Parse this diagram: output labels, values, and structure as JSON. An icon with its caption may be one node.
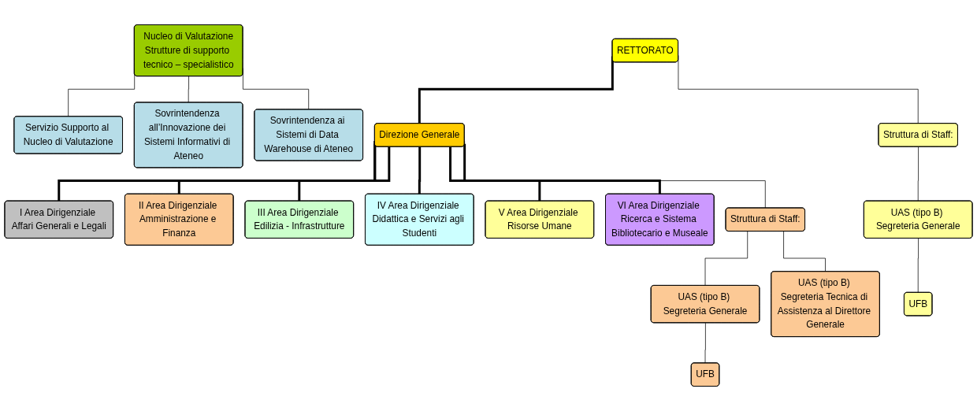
{
  "diagram": {
    "nodes": [
      {
        "text": [
          "RETTORATO"
        ]
      },
      {
        "text": [
          "Struttura di Staff:"
        ]
      },
      {
        "text": [
          "UAS (tipo B) Segreteria Generale"
        ]
      },
      {
        "text": [
          "UFB"
        ]
      },
      {
        "text": [
          "Nucleo di Valutazione",
          "Strutture di supporto tecnico – specialistico"
        ]
      },
      {
        "text": [
          "Servizio Supporto al Nucleo di Valutazione"
        ]
      },
      {
        "text": [
          "Sovrintendenza all’Innovazione dei Sistemi Informativi di Ateneo"
        ]
      },
      {
        "text": [
          "Sovrintendenza ai Sistemi di Data Warehouse di Ateneo"
        ]
      },
      {
        "text": [
          "Direzione Generale"
        ]
      },
      {
        "text": [
          "Struttura di Staff:"
        ]
      },
      {
        "text": [
          "UAS (tipo B) Segreteria Generale"
        ]
      },
      {
        "text": [
          "UAS (tipo B) Segreteria Tecnica di Assistenza al Direttore Generale"
        ]
      },
      {
        "text": [
          "UFB"
        ]
      },
      {
        "text": [
          "I Area Dirigenziale Affari Generali e Legali"
        ]
      },
      {
        "text": [
          "II Area Dirigenziale Amministrazione e Finanza"
        ]
      },
      {
        "text": [
          "III Area Dirigenziale Edilizia - Infrastrutture"
        ]
      },
      {
        "text": [
          "IV Area Dirigenziale Didattica e Servizi agli Studenti"
        ]
      },
      {
        "text": [
          "V Area Dirigenziale Risorse Umane"
        ]
      },
      {
        "text": [
          "VI Area Dirigenziale Ricerca e Sistema Bibliotecario e Museale"
        ]
      }
    ],
    "edges": [
      {
        "from": 0,
        "to": 1,
        "arrow": "none"
      },
      {
        "from": 1,
        "to": 2,
        "arrow": "none"
      },
      {
        "from": 2,
        "to": 3,
        "arrow": "none"
      },
      {
        "from": 4,
        "to": 5,
        "arrow": "none"
      },
      {
        "from": 4,
        "to": 6,
        "arrow": "none"
      },
      {
        "from": 4,
        "to": 7,
        "arrow": "none"
      },
      {
        "from": 0,
        "to": 8,
        "arrow": "none",
        "style": "thick"
      },
      {
        "from": 8,
        "to": 9,
        "arrow": "none"
      },
      {
        "from": 9,
        "to": 10,
        "arrow": "none"
      },
      {
        "from": 9,
        "to": 11,
        "arrow": "none"
      },
      {
        "from": 10,
        "to": 12,
        "arrow": "none"
      },
      {
        "from": 8,
        "to": 13,
        "arrow": "none",
        "style": "thick"
      },
      {
        "from": 8,
        "to": 14,
        "arrow": "none",
        "style": "thick"
      },
      {
        "from": 8,
        "to": 15,
        "arrow": "none",
        "style": "thick"
      },
      {
        "from": 8,
        "to": 16,
        "arrow": "none",
        "style": "thick"
      },
      {
        "from": 8,
        "to": 17,
        "arrow": "none",
        "style": "thick"
      },
      {
        "from": 8,
        "to": 18,
        "arrow": "none",
        "style": "thick"
      }
    ]
  }
}
